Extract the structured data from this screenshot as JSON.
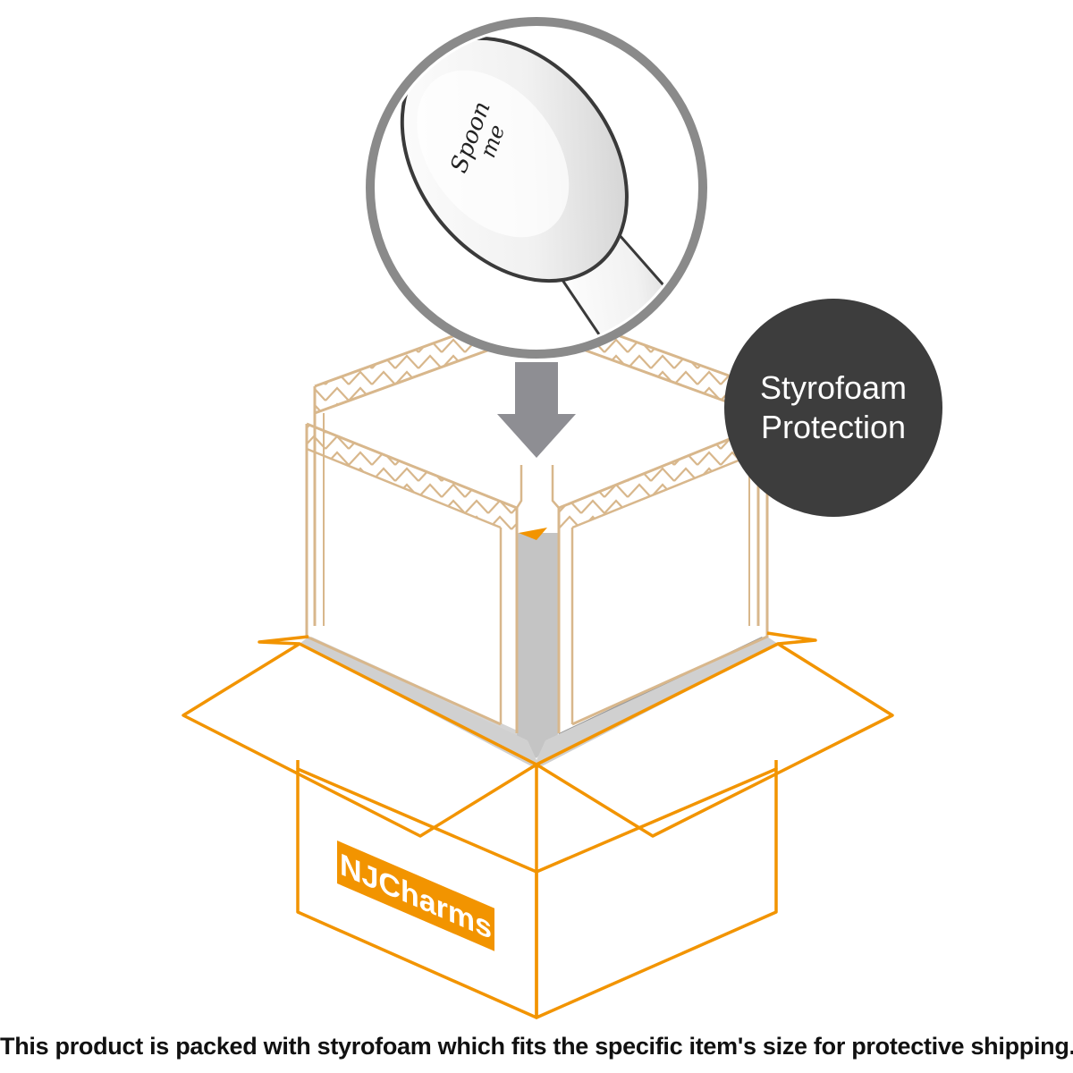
{
  "badge": {
    "line1": "Styrofoam",
    "line2": "Protection"
  },
  "spoon": {
    "engraving_line1": "Spoon",
    "engraving_line2": "me"
  },
  "box": {
    "brand_label": "NJCharms"
  },
  "caption": "This product is packed with styrofoam which fits the specific item's size for protective shipping.",
  "colors": {
    "box_outline": "#f29400",
    "styrofoam_outline": "#d8b78c",
    "arrow": "#8e8e93",
    "badge_bg": "#3d3d3d",
    "badge_text": "#ffffff",
    "circle_ring": "#8a8a8a",
    "inner_gray": "#d4d4d4"
  },
  "icons": {
    "arrow": "down-arrow-icon",
    "spoon": "spoon-icon"
  }
}
